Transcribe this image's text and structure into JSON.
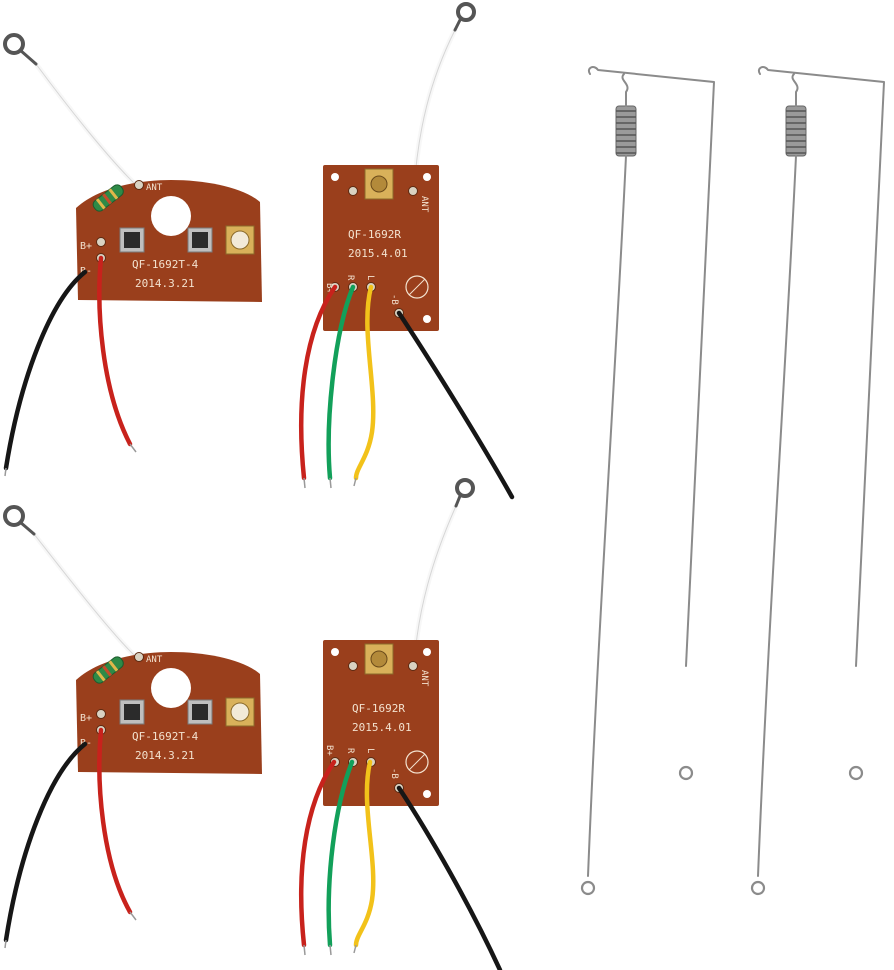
{
  "transmitter_boards": [
    {
      "model": "QF-1692T-4",
      "date": "2014.3.21",
      "pads": {
        "antenna": "ANT",
        "positive": "B+",
        "negative": "B-"
      }
    },
    {
      "model": "QF-1692T-4",
      "date": "2014.3.21",
      "pads": {
        "antenna": "ANT",
        "positive": "B+",
        "negative": "B-"
      }
    }
  ],
  "receiver_boards": [
    {
      "model": "QF-1692R",
      "date": "2015.4.01",
      "pads": {
        "antenna": "ANT",
        "positive": "B+",
        "right": "R",
        "left": "L",
        "negative": "-B"
      }
    },
    {
      "model": "QF-1692R",
      "date": "2015.4.01",
      "pads": {
        "antenna": "ANT",
        "positive": "B+",
        "right": "R",
        "left": "L",
        "negative": "-B"
      }
    }
  ],
  "colors": {
    "pcb": "#9a3f1c",
    "silkscreen": "#f3e2cf",
    "wire_red": "#c8221c",
    "wire_black": "#161616",
    "wire_green": "#12a05a",
    "wire_yellow": "#f2c21a",
    "wire_white": "#f7f7f7",
    "antenna_steel": "#8b8b8b"
  }
}
